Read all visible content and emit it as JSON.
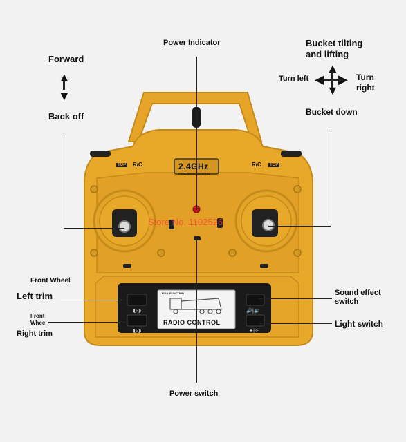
{
  "labels": {
    "power_indicator": "Power Indicator",
    "bucket_tilting": "Bucket tilting",
    "and_lifting": "and lifting",
    "turn_left": "Turn left",
    "turn": "Turn",
    "right": "right",
    "bucket_down": "Bucket down",
    "forward": "Forward",
    "back_off": "Back off",
    "front_wheel": "Front Wheel",
    "left_trim": "Left trim",
    "front_small": "Front",
    "wheel_small": "Wheel",
    "right_trim": "Right trim",
    "sound_effect": "Sound effect",
    "switch": "switch",
    "light_switch": "Light switch",
    "power_switch": "Power switch"
  },
  "controller": {
    "frequency": "2.4GHz",
    "frequency_sub": "FREQUENCY CONTROL",
    "badge_left": "R/C",
    "badge_right": "R/C",
    "badge_top": "TOP",
    "screen_title": "RADIO CONTROL",
    "screen_tag": "FULL FUNCTION"
  },
  "watermark": "Store No. 1102526",
  "colors": {
    "body": "#e8a92a",
    "body_dark": "#c98b18",
    "panel": "#1a1a1a",
    "background": "#f2f2f2"
  }
}
